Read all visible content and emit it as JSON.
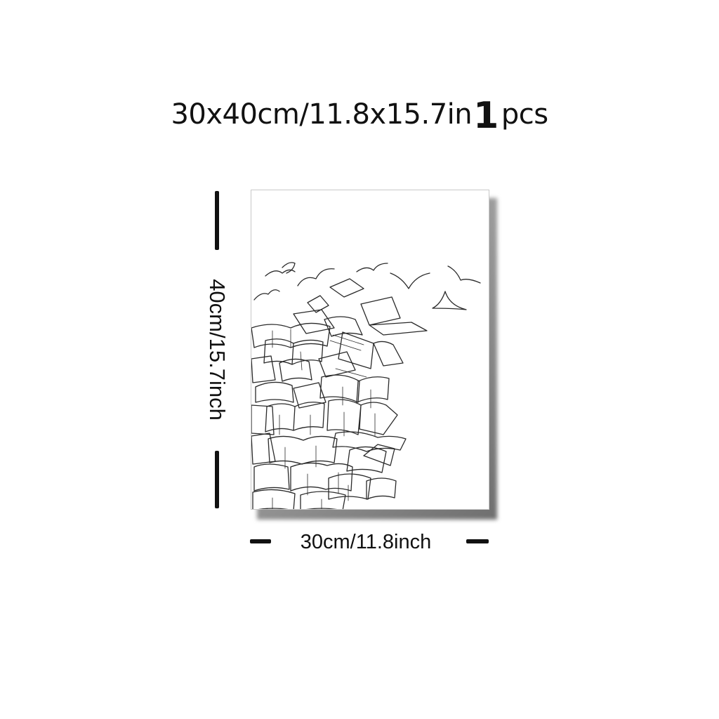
{
  "header": {
    "size_text": "30x40cm/11.8x15.7in",
    "quantity_number": "1",
    "quantity_unit": "pcs"
  },
  "dimensions": {
    "height_label": "40cm/15.7inch",
    "width_label": "30cm/11.8inch"
  },
  "artwork": {
    "subject": "line drawing of books and pages flying away like birds",
    "line_color": "#2a2a2a",
    "canvas_color": "#ffffff",
    "shadow_color": "#7a7a7a"
  }
}
